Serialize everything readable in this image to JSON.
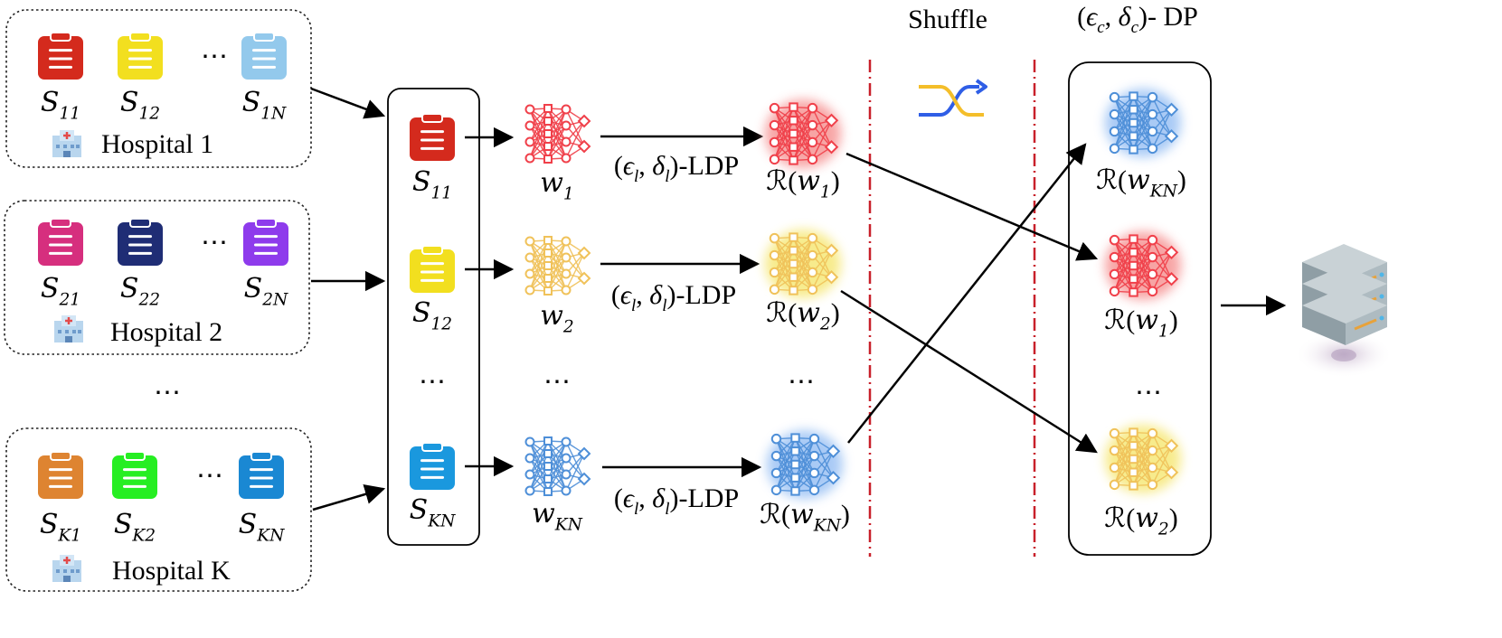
{
  "hospitals": [
    {
      "name": "Hospital 1",
      "clients": [
        {
          "base": "S",
          "sub": "11",
          "color": "#d42a1d"
        },
        {
          "base": "S",
          "sub": "12",
          "color": "#f2df1f"
        },
        {
          "base": "S",
          "sub": "1N",
          "color": "#93c9ec"
        }
      ]
    },
    {
      "name": "Hospital 2",
      "clients": [
        {
          "base": "S",
          "sub": "21",
          "color": "#d62f7e"
        },
        {
          "base": "S",
          "sub": "22",
          "color": "#1f2d75"
        },
        {
          "base": "S",
          "sub": "2N",
          "color": "#8e3bec"
        }
      ]
    },
    {
      "name": "Hospital K",
      "clients": [
        {
          "base": "S",
          "sub": "K1",
          "color": "#de8431"
        },
        {
          "base": "S",
          "sub": "K2",
          "color": "#26ee22"
        },
        {
          "base": "S",
          "sub": "KN",
          "color": "#1a88d3"
        }
      ]
    }
  ],
  "ellipsis": "⋯",
  "selected_clients": [
    {
      "base": "S",
      "sub": "11",
      "color": "#d42a1d"
    },
    {
      "base": "S",
      "sub": "12",
      "color": "#f2df1f"
    },
    {
      "base": "S",
      "sub": "KN",
      "color": "#1a98de"
    }
  ],
  "local_models": [
    {
      "base": "w",
      "sub": "1",
      "color": "#f0404a"
    },
    {
      "base": "w",
      "sub": "2",
      "color": "#f0c25a"
    },
    {
      "base": "w",
      "sub": "KN",
      "color": "#4e8fd8"
    }
  ],
  "ldp_label": "(ϵ",
  "ldp": {
    "eps": "ϵ",
    "eps_sub": "l",
    "delta": "δ",
    "delta_sub": "l",
    "suffix": ")-LDP"
  },
  "randomized": [
    {
      "func": "ℛ(",
      "base": "w",
      "sub": "1",
      "close": ")",
      "color": "#f0404a",
      "glow": "#f7a0a0"
    },
    {
      "func": "ℛ(",
      "base": "w",
      "sub": "2",
      "close": ")",
      "color": "#f0c25a",
      "glow": "#f7ea86"
    },
    {
      "func": "ℛ(",
      "base": "w",
      "sub": "KN",
      "close": ")",
      "color": "#4e8fd8",
      "glow": "#a5c8f5"
    }
  ],
  "shuffle_label": "Shuffle",
  "shuffle_colors": {
    "top": "#2f5ee6",
    "bottom": "#f4be2a"
  },
  "dp_label": {
    "eps": "ϵ",
    "eps_sub": "c",
    "delta": "δ",
    "delta_sub": "c",
    "suffix": ")- DP"
  },
  "shuffled": [
    {
      "func": "ℛ(",
      "base": "w",
      "sub": "KN",
      "close": ")",
      "color": "#4e8fd8",
      "glow": "#a5c8f5"
    },
    {
      "func": "ℛ(",
      "base": "w",
      "sub": "1",
      "close": ")",
      "color": "#f0404a",
      "glow": "#f7a0a0"
    },
    {
      "func": "ℛ(",
      "base": "w",
      "sub": "2",
      "close": ")",
      "color": "#f0c25a",
      "glow": "#f7ea86"
    }
  ],
  "divider_color": "#c8202a",
  "server_icon": "server-icon",
  "hospital_icons": [
    "hospital-building-icon",
    "hospital-building-icon",
    "hospital-building-icon"
  ]
}
